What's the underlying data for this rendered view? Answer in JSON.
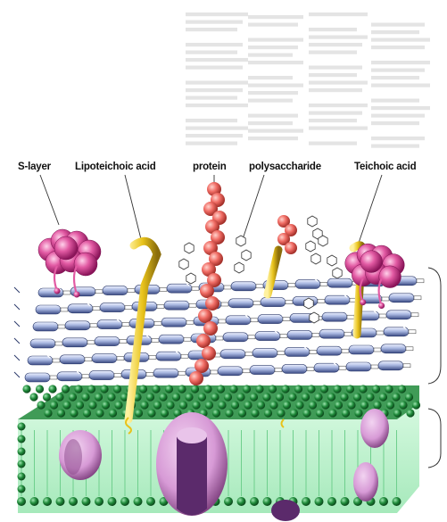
{
  "labels": {
    "s_layer": "S-layer",
    "lipoteichoic_acid": "Lipoteichoic acid",
    "protein": "protein",
    "polysaccharide": "polysaccharide",
    "teichoic_acid": "Teichoic acid"
  },
  "colors": {
    "s_layer_protein": "#d63a8c",
    "peptidoglycan_glycan": "#9fb0d8",
    "peptidoglycan_dark": "#2c3a6b",
    "teichoic_rod": "#e8c21a",
    "teichoic_rod_dark": "#8a6d0c",
    "protein_chain": "#f06c64",
    "polysaccharide_hex": "#ffffff",
    "membrane_head": "#1f8a3a",
    "membrane_tail": "#b8f0c8",
    "membrane_protein": "#d79ad6",
    "placeholder_bars": "#e6e6e6"
  }
}
